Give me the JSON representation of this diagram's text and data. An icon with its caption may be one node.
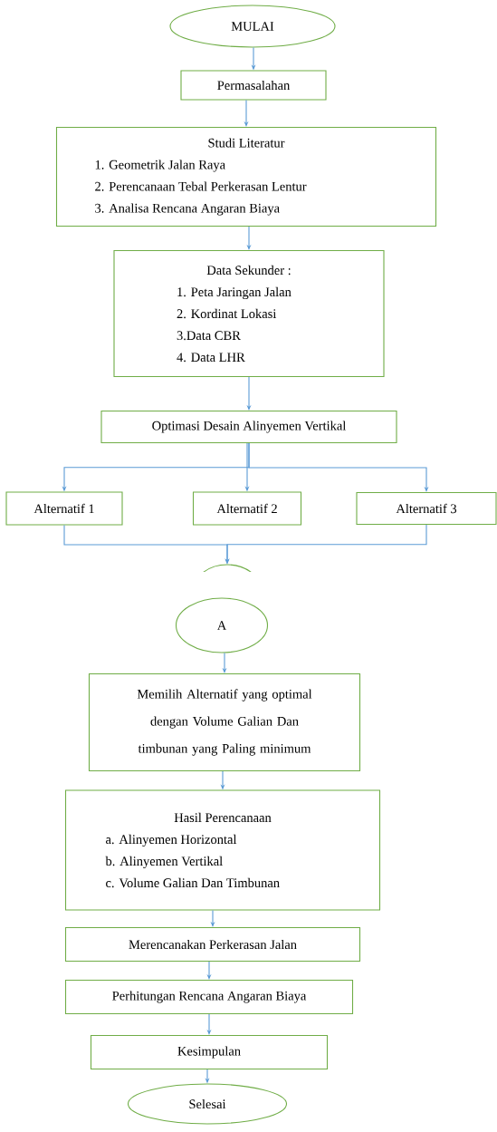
{
  "diagram": {
    "nodes": [
      {
        "text": [
          "MULAI"
        ]
      },
      {
        "text": [
          "Permasalahan"
        ]
      },
      {
        "text": [
          "Studi Literatur",
          "1. Geometrik Jalan Raya",
          "2. Perencanaan Tebal Perkerasan Lentur",
          "3. Analisa Rencana Angaran Biaya"
        ]
      },
      {
        "text": [
          "Data Sekunder :",
          "1. Peta Jaringan Jalan",
          "2. Kordinat Lokasi",
          "3.Data CBR",
          "4. Data LHR"
        ]
      },
      {
        "text": [
          "Optimasi Desain Alinyemen Vertikal"
        ]
      },
      {
        "text": [
          "Alternatif 1"
        ]
      },
      {
        "text": [
          "Alternatif 2"
        ]
      },
      {
        "text": [
          "Alternatif  3"
        ]
      },
      {
        "text": [],
        "shape": "circle"
      },
      {
        "text": [
          "A"
        ]
      },
      {
        "text": [
          "Memilih Alternatif yang optimal dengan Volume Galian Dan timbunan yang Paling minimum"
        ]
      },
      {
        "text": [
          "Hasil Perencanaan",
          "a. Alinyemen Horizontal",
          "b. Alinyemen Vertikal",
          "c. Volume Galian Dan Timbunan"
        ]
      },
      {
        "text": [
          "Merencanakan Perkerasan Jalan"
        ]
      },
      {
        "text": [
          "Perhitungan Rencana Angaran Biaya"
        ]
      },
      {
        "text": [
          "Kesimpulan"
        ]
      },
      {
        "text": [
          "Selesai"
        ]
      }
    ],
    "edges": [
      {
        "from": 0,
        "to": 1,
        "arrow": "to"
      },
      {
        "from": 1,
        "to": 2,
        "arrow": "to"
      },
      {
        "from": 2,
        "to": 3,
        "arrow": "to"
      },
      {
        "from": 3,
        "to": 4,
        "arrow": "to"
      },
      {
        "from": 4,
        "to": 5,
        "arrow": "to"
      },
      {
        "from": 4,
        "to": 6,
        "arrow": "to"
      },
      {
        "from": 4,
        "to": 7,
        "arrow": "to"
      },
      {
        "from": 5,
        "to": 8,
        "arrow": "to"
      },
      {
        "from": 7,
        "to": 8,
        "arrow": "to"
      },
      {
        "from": 9,
        "to": 10,
        "arrow": "to"
      },
      {
        "from": 10,
        "to": 11,
        "arrow": "to"
      },
      {
        "from": 11,
        "to": 12,
        "arrow": "to"
      },
      {
        "from": 12,
        "to": 13,
        "arrow": "to"
      },
      {
        "from": 13,
        "to": 14,
        "arrow": "to"
      },
      {
        "from": 14,
        "to": 15,
        "arrow": "to"
      }
    ]
  }
}
